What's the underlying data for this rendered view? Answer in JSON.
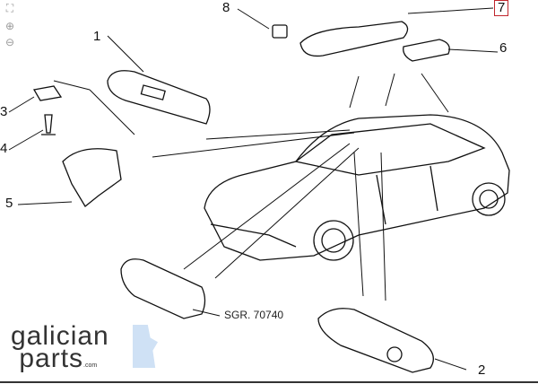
{
  "toolbar": {
    "icons": [
      "fit-to-screen-icon",
      "zoom-in-icon",
      "zoom-out-icon"
    ]
  },
  "callouts": {
    "n1": "1",
    "n2": "2",
    "n3": "3",
    "n4": "4",
    "n5": "5",
    "n6": "6",
    "n7": "7",
    "n8": "8"
  },
  "highlight_color": "#c0262d",
  "reference": "SGR. 70740",
  "logo": {
    "line1": "galician",
    "line2": "parts",
    "suffix": ".com"
  }
}
